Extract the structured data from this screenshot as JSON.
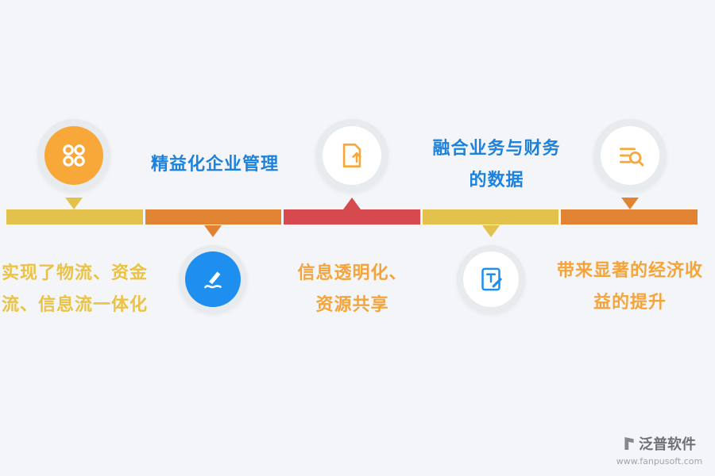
{
  "canvas": {
    "background": "#f3f5f8"
  },
  "colors": {
    "gold": "#e2c24d",
    "orange": "#e08433",
    "red": "#d6494f",
    "blue_text": "#1d82dd",
    "gold_text": "#eac245",
    "orange_text": "#f4a43a",
    "icon_orange": "#f7a839",
    "icon_blue": "#1e8fef",
    "icon_white": "#ffffff",
    "halo_gray": "#e8ebee",
    "brand_gray": "#6d7276",
    "url_gray": "#a0a5aa"
  },
  "timeline": {
    "segments": [
      {
        "name": "segment-1",
        "color": "#e2c24d"
      },
      {
        "name": "segment-2",
        "color": "#e08433"
      },
      {
        "name": "segment-3",
        "color": "#d6494f"
      },
      {
        "name": "segment-4",
        "color": "#e2c24d"
      },
      {
        "name": "segment-5",
        "color": "#e08433"
      }
    ]
  },
  "steps": [
    {
      "icon": "dots-grid-icon",
      "icon_position": "top",
      "text_position": "bottom",
      "lines": [
        "实现了物流、资金",
        "流、信息流一体化"
      ],
      "text_color": "#eac245"
    },
    {
      "icon": "pen-signature-icon",
      "icon_position": "bottom",
      "text_position": "top",
      "lines": [
        "精益化企业管理"
      ],
      "text_color": "#1d82dd"
    },
    {
      "icon": "document-upload-icon",
      "icon_position": "top",
      "text_position": "bottom",
      "lines": [
        "信息透明化、",
        "资源共享"
      ],
      "text_color": "#f4a43a"
    },
    {
      "icon": "document-edit-icon",
      "icon_position": "bottom",
      "text_position": "top",
      "lines": [
        "融合业务与财务",
        "的数据"
      ],
      "text_color": "#1d82dd"
    },
    {
      "icon": "list-search-icon",
      "icon_position": "top",
      "text_position": "bottom",
      "lines": [
        "带来显著的经济收",
        "益的提升"
      ],
      "text_color": "#f4a43a"
    }
  ],
  "footer": {
    "brand": "泛普软件",
    "url": "www.fanpusoft.com"
  }
}
